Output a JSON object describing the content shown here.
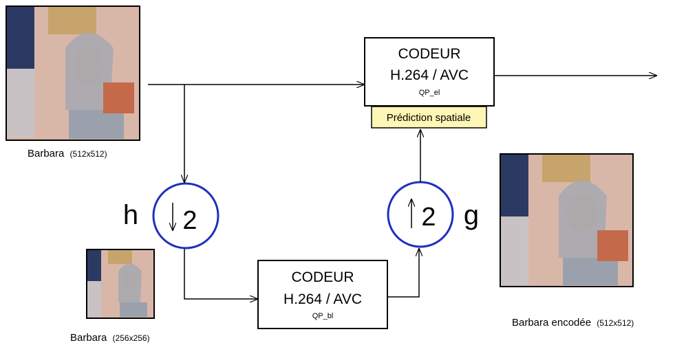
{
  "images": {
    "original": {
      "name": "Barbara",
      "size": "(512x512)"
    },
    "downsampled": {
      "name": "Barbara",
      "size": "(256x256)"
    },
    "encoded": {
      "name": "Barbara encodée",
      "size": "(512x512)"
    }
  },
  "encoder_enhancement": {
    "line1": "CODEUR",
    "line2": "H.264 / AVC",
    "qp": "QP_el"
  },
  "encoder_base": {
    "line1": "CODEUR",
    "line2": "H.264 / AVC",
    "qp": "QP_bl"
  },
  "spatial_prediction": {
    "label": "Prédiction spatiale"
  },
  "downsampler": {
    "factor": "2",
    "filter_label": "h"
  },
  "upsampler": {
    "factor": "2",
    "filter_label": "g"
  },
  "colors": {
    "circle": "#1f2fbf",
    "prediction_box": "#fdf6b4",
    "line": "#000000"
  }
}
